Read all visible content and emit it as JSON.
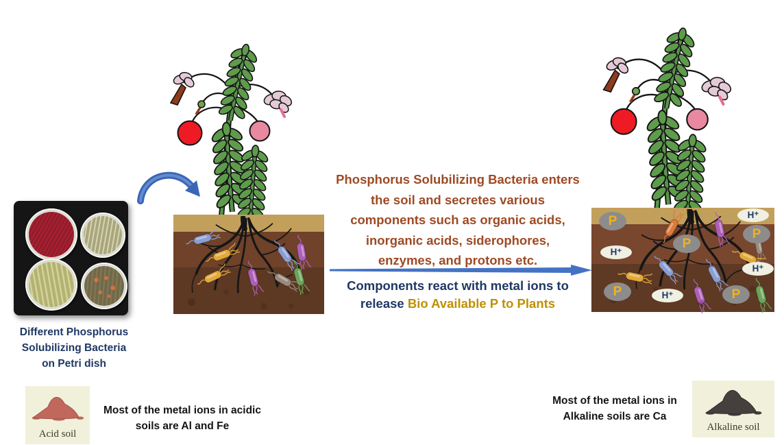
{
  "colors": {
    "brown_text": "#9E4A24",
    "navy_text": "#1F3864",
    "gold_text": "#BF9000",
    "arrow_blue": "#4472C4",
    "p_badge_bg": "#8C8C8C",
    "p_badge_text": "#F2B01E",
    "h_badge_bg": "#EFEFE2"
  },
  "petri": {
    "caption_lines": [
      "Different Phosphorus",
      "Solubilizing Bacteria",
      "on Petri dish"
    ]
  },
  "description": {
    "lines": [
      "Phosphorus Solubilizing Bacteria enters",
      "the soil and secretes various",
      "components such as organic acids,",
      "inorganic acids, siderophores,",
      "enzymes, and protons etc."
    ]
  },
  "reaction": {
    "line1": "Components react with metal ions to",
    "line2_prefix": "release ",
    "line2_highlight": "Bio Available P to Plants"
  },
  "ions": {
    "phosphorus": "P",
    "proton": "H⁺"
  },
  "acid": {
    "card_label": "Acid soil",
    "text_lines": [
      "Most of the metal ions in acidic",
      "soils are Al and Fe"
    ]
  },
  "alkaline": {
    "text_lines": [
      "Most of the metal ions in",
      "Alkaline soils are Ca"
    ],
    "card_label": "Alkaline soil"
  }
}
